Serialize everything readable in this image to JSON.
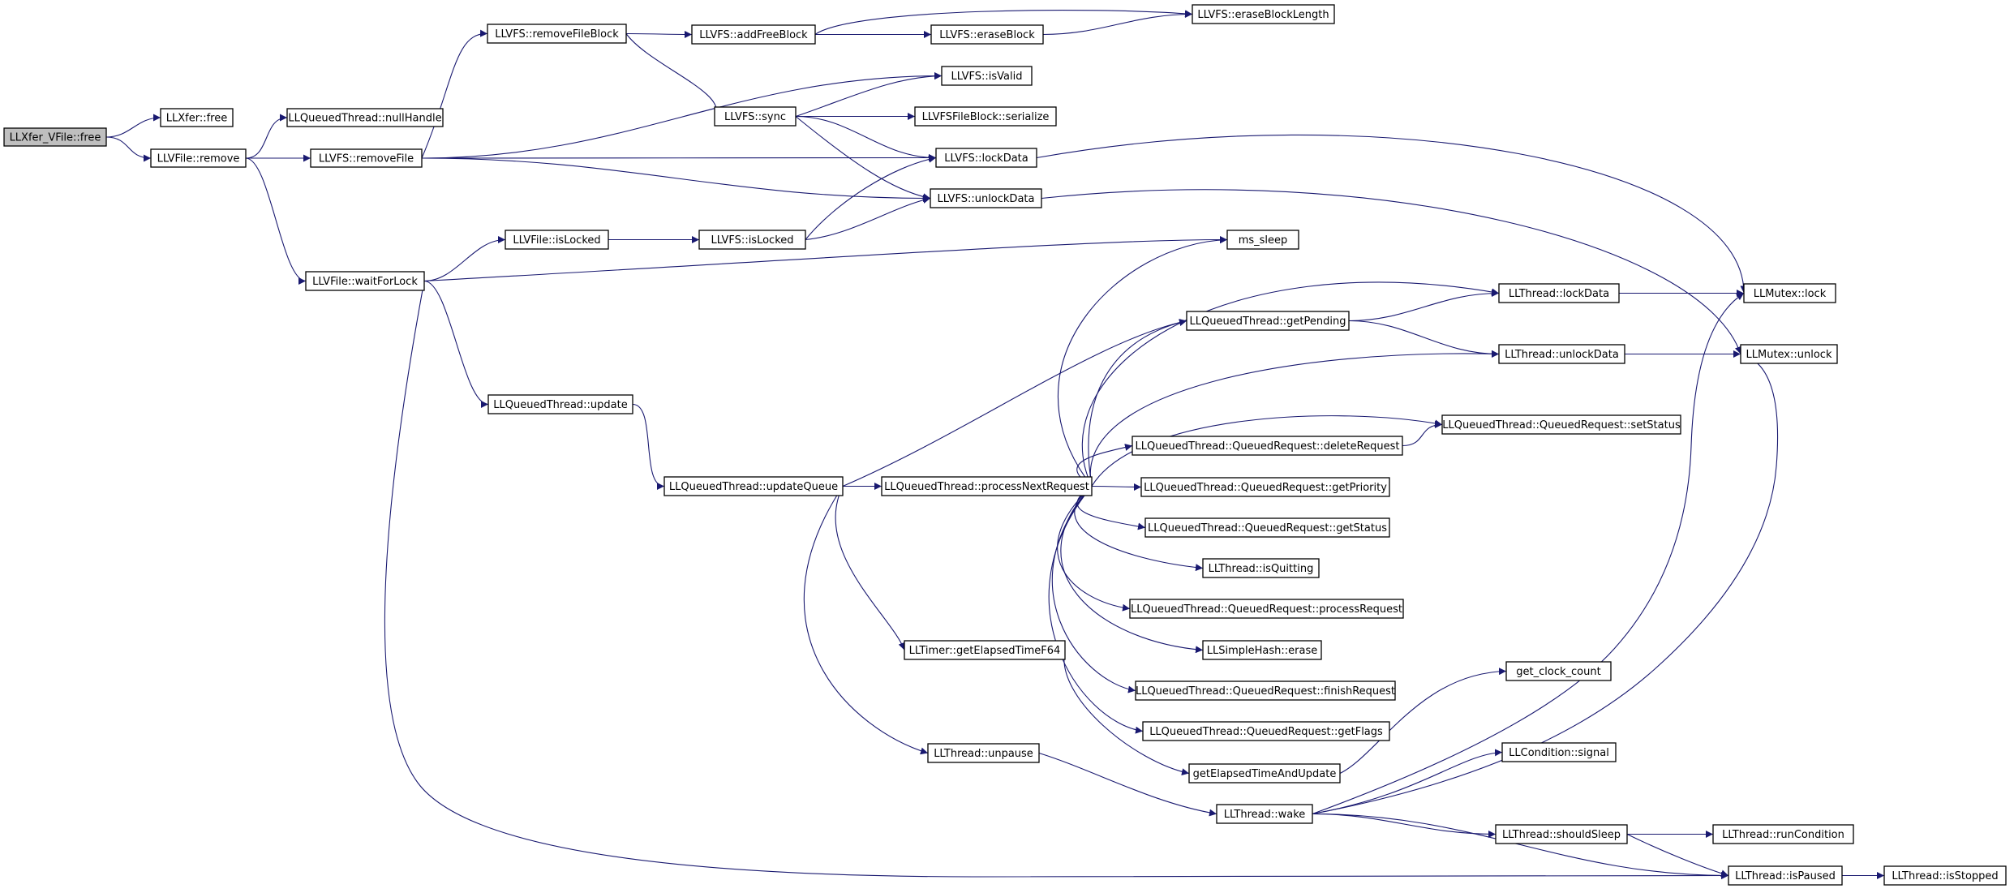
{
  "diagram": {
    "edge_color": "#191970",
    "root_fill": "#bfbfbf",
    "nodes": [
      {
        "id": "n0",
        "label": "LLXfer_VFile::free"
      },
      {
        "id": "n1",
        "label": "LLXfer::free"
      },
      {
        "id": "n2",
        "label": "LLVFile::remove"
      },
      {
        "id": "n3",
        "label": "LLQueuedThread::nullHandle"
      },
      {
        "id": "n4",
        "label": "LLVFS::removeFile"
      },
      {
        "id": "n5",
        "label": "LLVFile::waitForLock"
      },
      {
        "id": "n6",
        "label": "LLVFS::removeFileBlock"
      },
      {
        "id": "n7",
        "label": "LLVFS::addFreeBlock"
      },
      {
        "id": "n8",
        "label": "LLVFS::eraseBlock"
      },
      {
        "id": "n9",
        "label": "LLVFS::eraseBlockLength"
      },
      {
        "id": "n10",
        "label": "LLVFS::sync"
      },
      {
        "id": "n11",
        "label": "LLVFS::isValid"
      },
      {
        "id": "n12",
        "label": "LLVFSFileBlock::serialize"
      },
      {
        "id": "n13",
        "label": "LLVFS::lockData"
      },
      {
        "id": "n14",
        "label": "LLVFS::unlockData"
      },
      {
        "id": "n15",
        "label": "LLVFile::isLocked"
      },
      {
        "id": "n16",
        "label": "LLVFS::isLocked"
      },
      {
        "id": "n17",
        "label": "ms_sleep"
      },
      {
        "id": "n18",
        "label": "LLQueuedThread::update"
      },
      {
        "id": "n19",
        "label": "LLQueuedThread::updateQueue"
      },
      {
        "id": "n20",
        "label": "LLQueuedThread::processNextRequest"
      },
      {
        "id": "n21",
        "label": "LLQueuedThread::getPending"
      },
      {
        "id": "n22",
        "label": "LLThread::lockData"
      },
      {
        "id": "n23",
        "label": "LLThread::unlockData"
      },
      {
        "id": "n24",
        "label": "LLMutex::lock"
      },
      {
        "id": "n25",
        "label": "LLMutex::unlock"
      },
      {
        "id": "n26",
        "label": "LLQueuedThread::QueuedRequest::setStatus"
      },
      {
        "id": "n27",
        "label": "LLQueuedThread::QueuedRequest::deleteRequest"
      },
      {
        "id": "n28",
        "label": "LLQueuedThread::QueuedRequest::getPriority"
      },
      {
        "id": "n29",
        "label": "LLQueuedThread::QueuedRequest::getStatus"
      },
      {
        "id": "n30",
        "label": "LLThread::isQuitting"
      },
      {
        "id": "n31",
        "label": "LLQueuedThread::QueuedRequest::processRequest"
      },
      {
        "id": "n32",
        "label": "LLSimpleHash::erase"
      },
      {
        "id": "n33",
        "label": "LLQueuedThread::QueuedRequest::finishRequest"
      },
      {
        "id": "n34",
        "label": "LLQueuedThread::QueuedRequest::getFlags"
      },
      {
        "id": "n35",
        "label": "LLTimer::getElapsedTimeF64"
      },
      {
        "id": "n36",
        "label": "get_clock_count"
      },
      {
        "id": "n37",
        "label": "LLThread::unpause"
      },
      {
        "id": "n38",
        "label": "getElapsedTimeAndUpdate"
      },
      {
        "id": "n39",
        "label": "LLCondition::signal"
      },
      {
        "id": "n40",
        "label": "LLThread::wake"
      },
      {
        "id": "n41",
        "label": "LLThread::shouldSleep"
      },
      {
        "id": "n42",
        "label": "LLThread::runCondition"
      },
      {
        "id": "n43",
        "label": "LLThread::isPaused"
      },
      {
        "id": "n44",
        "label": "LLThread::isStopped"
      }
    ],
    "edges": [
      [
        "n0",
        "n1"
      ],
      [
        "n0",
        "n2"
      ],
      [
        "n2",
        "n3"
      ],
      [
        "n2",
        "n4"
      ],
      [
        "n2",
        "n5"
      ],
      [
        "n4",
        "n6"
      ],
      [
        "n4",
        "n11"
      ],
      [
        "n4",
        "n13"
      ],
      [
        "n4",
        "n14"
      ],
      [
        "n6",
        "n7"
      ],
      [
        "n6",
        "n10"
      ],
      [
        "n7",
        "n8"
      ],
      [
        "n7",
        "n9"
      ],
      [
        "n8",
        "n9"
      ],
      [
        "n10",
        "n11"
      ],
      [
        "n10",
        "n12"
      ],
      [
        "n10",
        "n13"
      ],
      [
        "n10",
        "n14"
      ],
      [
        "n5",
        "n15"
      ],
      [
        "n5",
        "n17"
      ],
      [
        "n5",
        "n18"
      ],
      [
        "n5",
        "n43"
      ],
      [
        "n15",
        "n16"
      ],
      [
        "n16",
        "n13"
      ],
      [
        "n16",
        "n14"
      ],
      [
        "n13",
        "n24"
      ],
      [
        "n14",
        "n25"
      ],
      [
        "n18",
        "n19"
      ],
      [
        "n19",
        "n20"
      ],
      [
        "n19",
        "n21"
      ],
      [
        "n19",
        "n35"
      ],
      [
        "n19",
        "n37"
      ],
      [
        "n20",
        "n17"
      ],
      [
        "n20",
        "n22"
      ],
      [
        "n20",
        "n23"
      ],
      [
        "n20",
        "n21"
      ],
      [
        "n20",
        "n26"
      ],
      [
        "n20",
        "n27"
      ],
      [
        "n20",
        "n28"
      ],
      [
        "n20",
        "n29"
      ],
      [
        "n20",
        "n30"
      ],
      [
        "n20",
        "n31"
      ],
      [
        "n20",
        "n32"
      ],
      [
        "n20",
        "n33"
      ],
      [
        "n20",
        "n34"
      ],
      [
        "n21",
        "n22"
      ],
      [
        "n21",
        "n23"
      ],
      [
        "n22",
        "n24"
      ],
      [
        "n23",
        "n25"
      ],
      [
        "n27",
        "n26"
      ],
      [
        "n35",
        "n38"
      ],
      [
        "n38",
        "n36"
      ],
      [
        "n37",
        "n40"
      ],
      [
        "n40",
        "n24"
      ],
      [
        "n40",
        "n25"
      ],
      [
        "n40",
        "n39"
      ],
      [
        "n40",
        "n41"
      ],
      [
        "n40",
        "n43"
      ],
      [
        "n41",
        "n42"
      ],
      [
        "n41",
        "n43"
      ],
      [
        "n43",
        "n44"
      ]
    ]
  }
}
